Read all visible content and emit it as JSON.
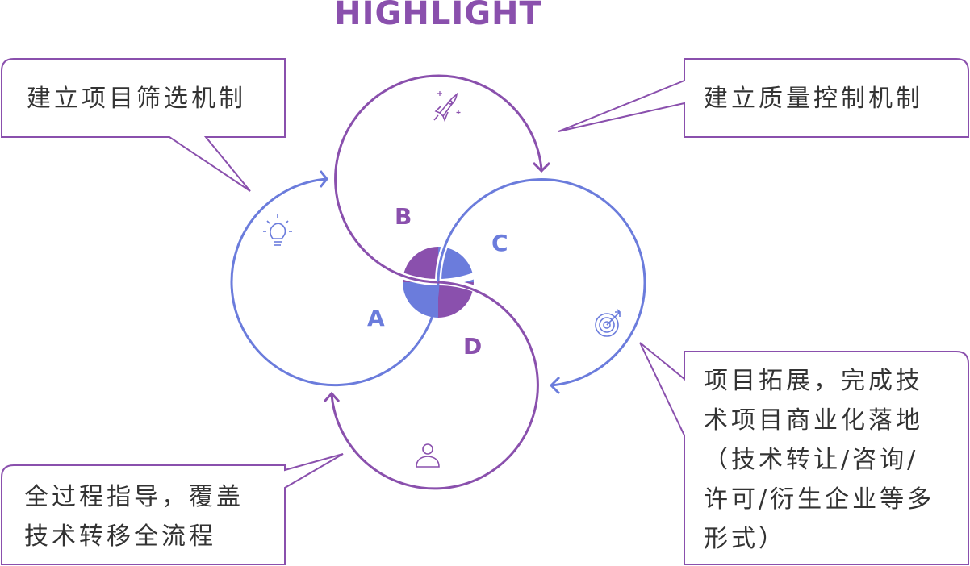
{
  "title": "HIGHLIGHT",
  "colors": {
    "purple": "#8a50ad",
    "blue": "#6b7cdc"
  },
  "labels": {
    "a": "A",
    "b": "B",
    "c": "C",
    "d": "D"
  },
  "callouts": {
    "top_left": "建立项目筛选机制",
    "top_right": "建立质量控制机制",
    "bottom_right": [
      "项目拓展，完成技",
      "术项目商业化落地",
      "（技术转让/咨询/",
      "许可/衍生企业等多",
      "形式）"
    ],
    "bottom_left": [
      "全过程指导，覆盖",
      "技术转移全流程"
    ]
  },
  "icons": [
    "lightbulb-icon",
    "rocket-icon",
    "target-icon",
    "user-icon"
  ]
}
